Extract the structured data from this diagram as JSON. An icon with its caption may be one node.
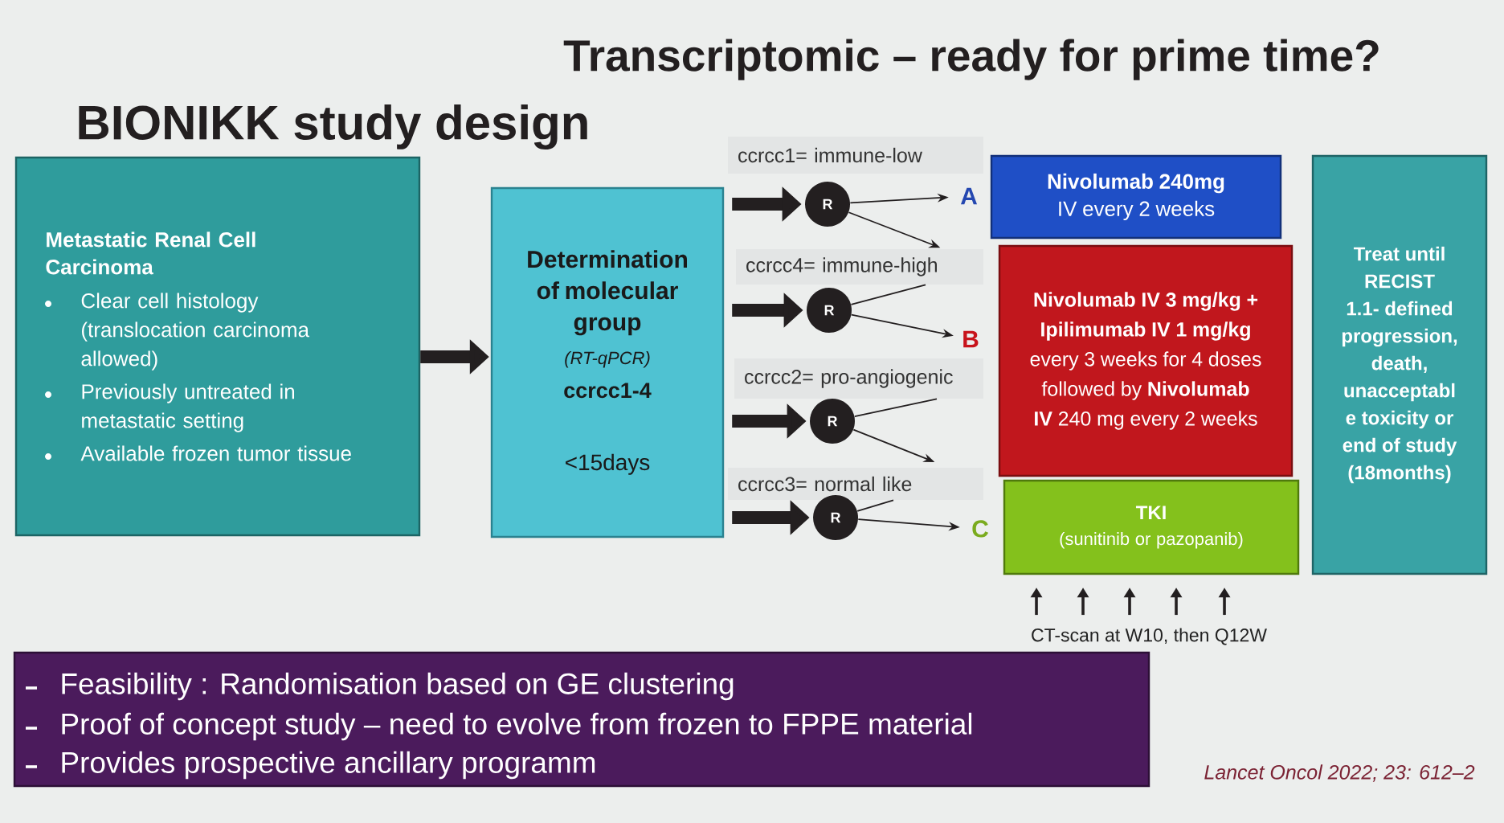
{
  "diagram": {
    "title": "Transcriptomic – ready for prime time?",
    "nodes": [
      {
        "text": [
          "Metastatic Renal Cell Carcinoma",
          "Clear cell histology (translocation carcinoma allowed)",
          "Previously untreated in metastatic setting",
          "Available frozen tumor tissue"
        ]
      },
      {
        "text": [
          "Determination of molecular group",
          "(RT-qPCR)",
          "ccrcc1-4",
          "<15days"
        ]
      },
      {
        "text": [
          "ccrcc1= immune-low"
        ]
      },
      {
        "text": [
          "R"
        ]
      },
      {
        "text": [
          "A"
        ]
      },
      {
        "text": [
          "ccrcc4= immune-high"
        ]
      },
      {
        "text": [
          "R"
        ]
      },
      {
        "text": [
          "B"
        ]
      },
      {
        "text": [
          "ccrcc2= pro-angiogenic"
        ]
      },
      {
        "text": [
          "R"
        ]
      },
      {
        "text": [
          "ccrcc3= normal like"
        ]
      },
      {
        "text": [
          "R"
        ]
      },
      {
        "text": [
          "C"
        ]
      },
      {
        "text": [
          "**Nivolumab 240mg** IV every 2 weeks"
        ]
      },
      {
        "text": [
          "**Nivolumab IV 3 mg/kg + Ipilimumab IV 1 mg/kg** every 3 weeks for 4 doses followed by **Nivolumab IV** 240 mg every 2 weeks"
        ]
      },
      {
        "text": [
          "TKI",
          "(sunitinib or pazopanib)"
        ]
      },
      {
        "text": [
          "Treat until RECIST 1.1- defined progression, death, unacceptabl e toxicity or end of study (18months)"
        ]
      },
      {
        "text": [
          "CT-scan at W10, then Q12W"
        ]
      },
      {
        "text": [
          "Feasibility : Randomisation based on GE clustering",
          "Proof of concept study – need to evolve from frozen to FPPE material",
          "Provides prospective ancillary programm"
        ]
      }
    ],
    "edges": [
      {
        "from": 0,
        "to": 1,
        "arrow": "to",
        "style": "thick"
      },
      {
        "from": 1,
        "to": 3,
        "arrow": "to",
        "style": "thick"
      },
      {
        "from": 1,
        "to": 6,
        "arrow": "to",
        "style": "thick"
      },
      {
        "from": 1,
        "to": 9,
        "arrow": "to",
        "style": "thick"
      },
      {
        "from": 1,
        "to": 11,
        "arrow": "to",
        "style": "thick"
      },
      {
        "from": 3,
        "to": 4,
        "arrow": "to"
      },
      {
        "from": 3,
        "to": 5,
        "arrow": "to"
      },
      {
        "from": 6,
        "to": 5,
        "arrow": "none"
      },
      {
        "from": 6,
        "to": 7,
        "arrow": "to"
      },
      {
        "from": 9,
        "to": 8,
        "arrow": "none"
      },
      {
        "from": 9,
        "to": 10,
        "arrow": "to"
      },
      {
        "from": 11,
        "to": 10,
        "arrow": "none"
      },
      {
        "from": 11,
        "to": 12,
        "arrow": "to"
      },
      {
        "from": 17,
        "to": 15,
        "arrow": "to"
      },
      {
        "from": 17,
        "to": 15,
        "arrow": "to"
      },
      {
        "from": 17,
        "to": 15,
        "arrow": "to"
      },
      {
        "from": 17,
        "to": 15,
        "arrow": "to"
      },
      {
        "from": 17,
        "to": 15,
        "arrow": "to"
      }
    ],
    "labels": [
      "BIONIKK study design",
      "Lancet Oncol 2022; 23: 612–2"
    ]
  }
}
